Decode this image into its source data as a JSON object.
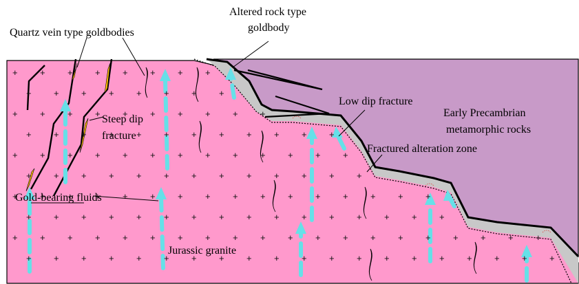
{
  "labels": {
    "quartz_vein": "Quartz vein type goldbodies",
    "altered_rock_line1": "Altered rock type",
    "altered_rock_line2": "goldbody",
    "steep_dip_line1": "Steep dip",
    "steep_dip_line2": "fracture",
    "low_dip": "Low dip fracture",
    "precambrian_line1": "Early Precambrian",
    "precambrian_line2": "metamorphic rocks",
    "fractured_zone": "Fractured alteration zone",
    "gold_fluids": "Gold-bearing fluids",
    "granite": "Jurassic granite"
  },
  "colors": {
    "granite": "#ff99cc",
    "metamorphic": "#c89ac8",
    "alteration": "#c8c8c8",
    "fluid": "#66e0e8",
    "gold": "#ffc000",
    "outline": "#000000"
  },
  "pattern_symbol": "+"
}
